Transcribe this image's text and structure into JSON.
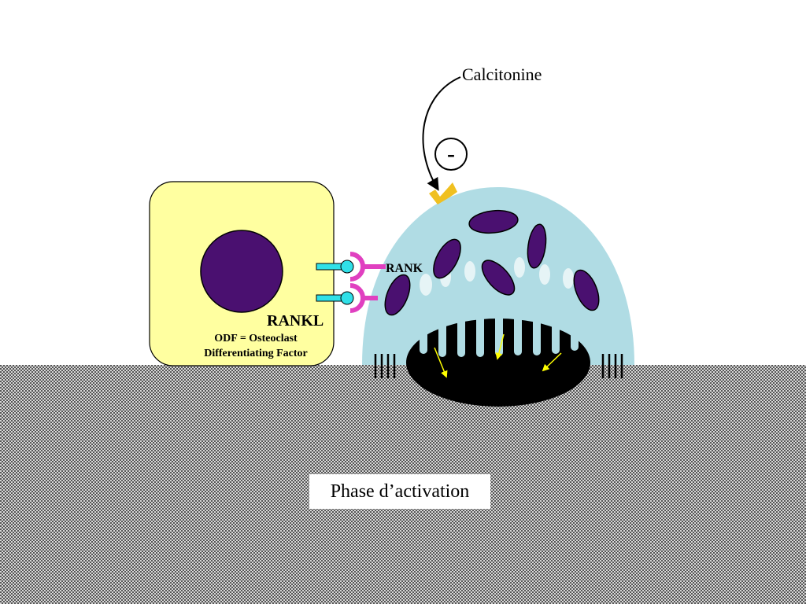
{
  "labels": {
    "calcitonine": "Calcitonine",
    "inhibition": "-",
    "rank": "RANK",
    "rankl": "RANKL",
    "odf_line1": "ODF = Osteoclast",
    "odf_line2": "Differentiating Factor",
    "phase": "Phase d’activation"
  },
  "colors": {
    "osteoblast_fill": "#ffffa0",
    "osteoclast_fill": "#b0dce4",
    "nucleus_fill": "#4a1070",
    "receptor_magenta": "#e040c0",
    "ligand_cyan": "#30e0e8",
    "calcitonin_receptor": "#f0c020",
    "resorption_arrows": "#ffff00",
    "bone_pattern": "#606060"
  }
}
